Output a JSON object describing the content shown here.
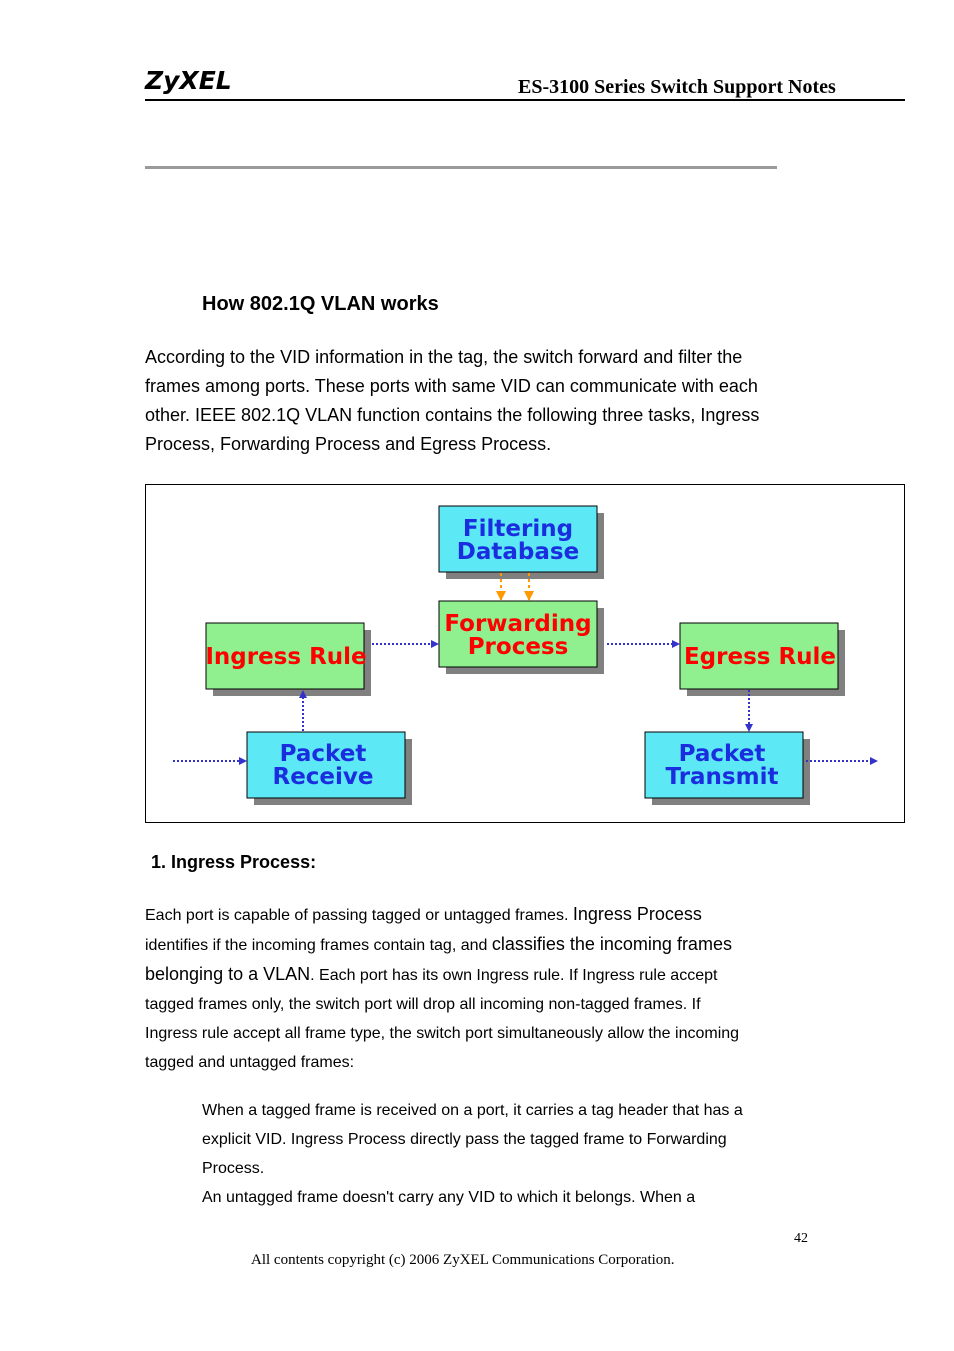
{
  "header": {
    "logo": "ZyXEL",
    "title": "ES-3100 Series Switch Support Notes"
  },
  "section": {
    "title": "How 802.1Q VLAN works",
    "intro_lines": [
      "According to the VID information in the tag, the switch forward and filter the",
      "frames among ports. These ports with same VID can communicate with each",
      "other. IEEE 802.1Q VLAN function contains the following three tasks, Ingress",
      "Process, Forwarding Process and Egress Process."
    ]
  },
  "diagram": {
    "filtering_database": [
      "Filtering",
      "Database"
    ],
    "forwarding_process": [
      "Forwarding",
      "Process"
    ],
    "ingress_rule": "Ingress Rule",
    "egress_rule": "Egress Rule",
    "packet_receive": [
      "Packet",
      "Receive"
    ],
    "packet_transmit": [
      "Packet",
      "Transmit"
    ],
    "colors": {
      "cyan_box": "#5de8f5",
      "green_box": "#90f090",
      "shadow": "#808080",
      "blue_text": "#1a2ee0",
      "red_text": "#ff0000",
      "arrow_blue": "#3333cc",
      "arrow_orange": "#ff9900"
    }
  },
  "ingress": {
    "title": "1. Ingress Process:",
    "line1_a": "Each port is capable of passing tagged or untagged frames. ",
    "line1_b": "Ingress Process",
    "line2_a": "identifies if the incoming frames contain tag, and ",
    "line2_b": "classifies the incoming frames",
    "line3_a": "belonging to a VLAN",
    "line3_b": ". Each port has its own Ingress rule. If Ingress rule accept",
    "line4": "tagged frames only, the switch port will drop all incoming non-tagged frames. If",
    "line5": "Ingress rule accept all frame type, the switch port simultaneously allow the incoming",
    "line6": "tagged and untagged frames:",
    "bullet_lines": [
      "When a tagged frame is received on a port, it carries a tag header that has a",
      "explicit VID. Ingress Process directly pass the tagged frame to Forwarding",
      "Process.",
      "An untagged frame doesn't carry any VID to which it belongs. When a"
    ]
  },
  "footer": {
    "page_number": "42",
    "copyright": "All contents copyright (c) 2006 ZyXEL Communications Corporation."
  }
}
